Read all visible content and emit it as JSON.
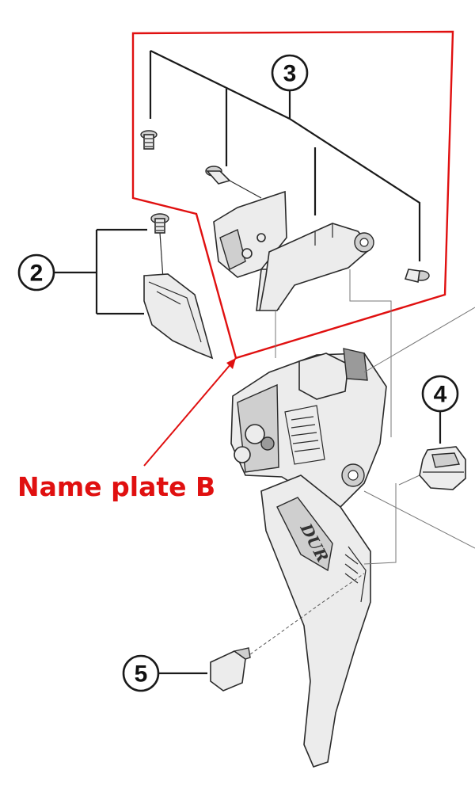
{
  "callouts": {
    "two": "2",
    "three": "3",
    "four": "4",
    "five": "5"
  },
  "name_plate_label": "Name plate B",
  "lever_brand_text": "DUR",
  "colors": {
    "highlight_red": "#e01010",
    "line": "#1a1a1a",
    "part_fill": "#ececec"
  }
}
